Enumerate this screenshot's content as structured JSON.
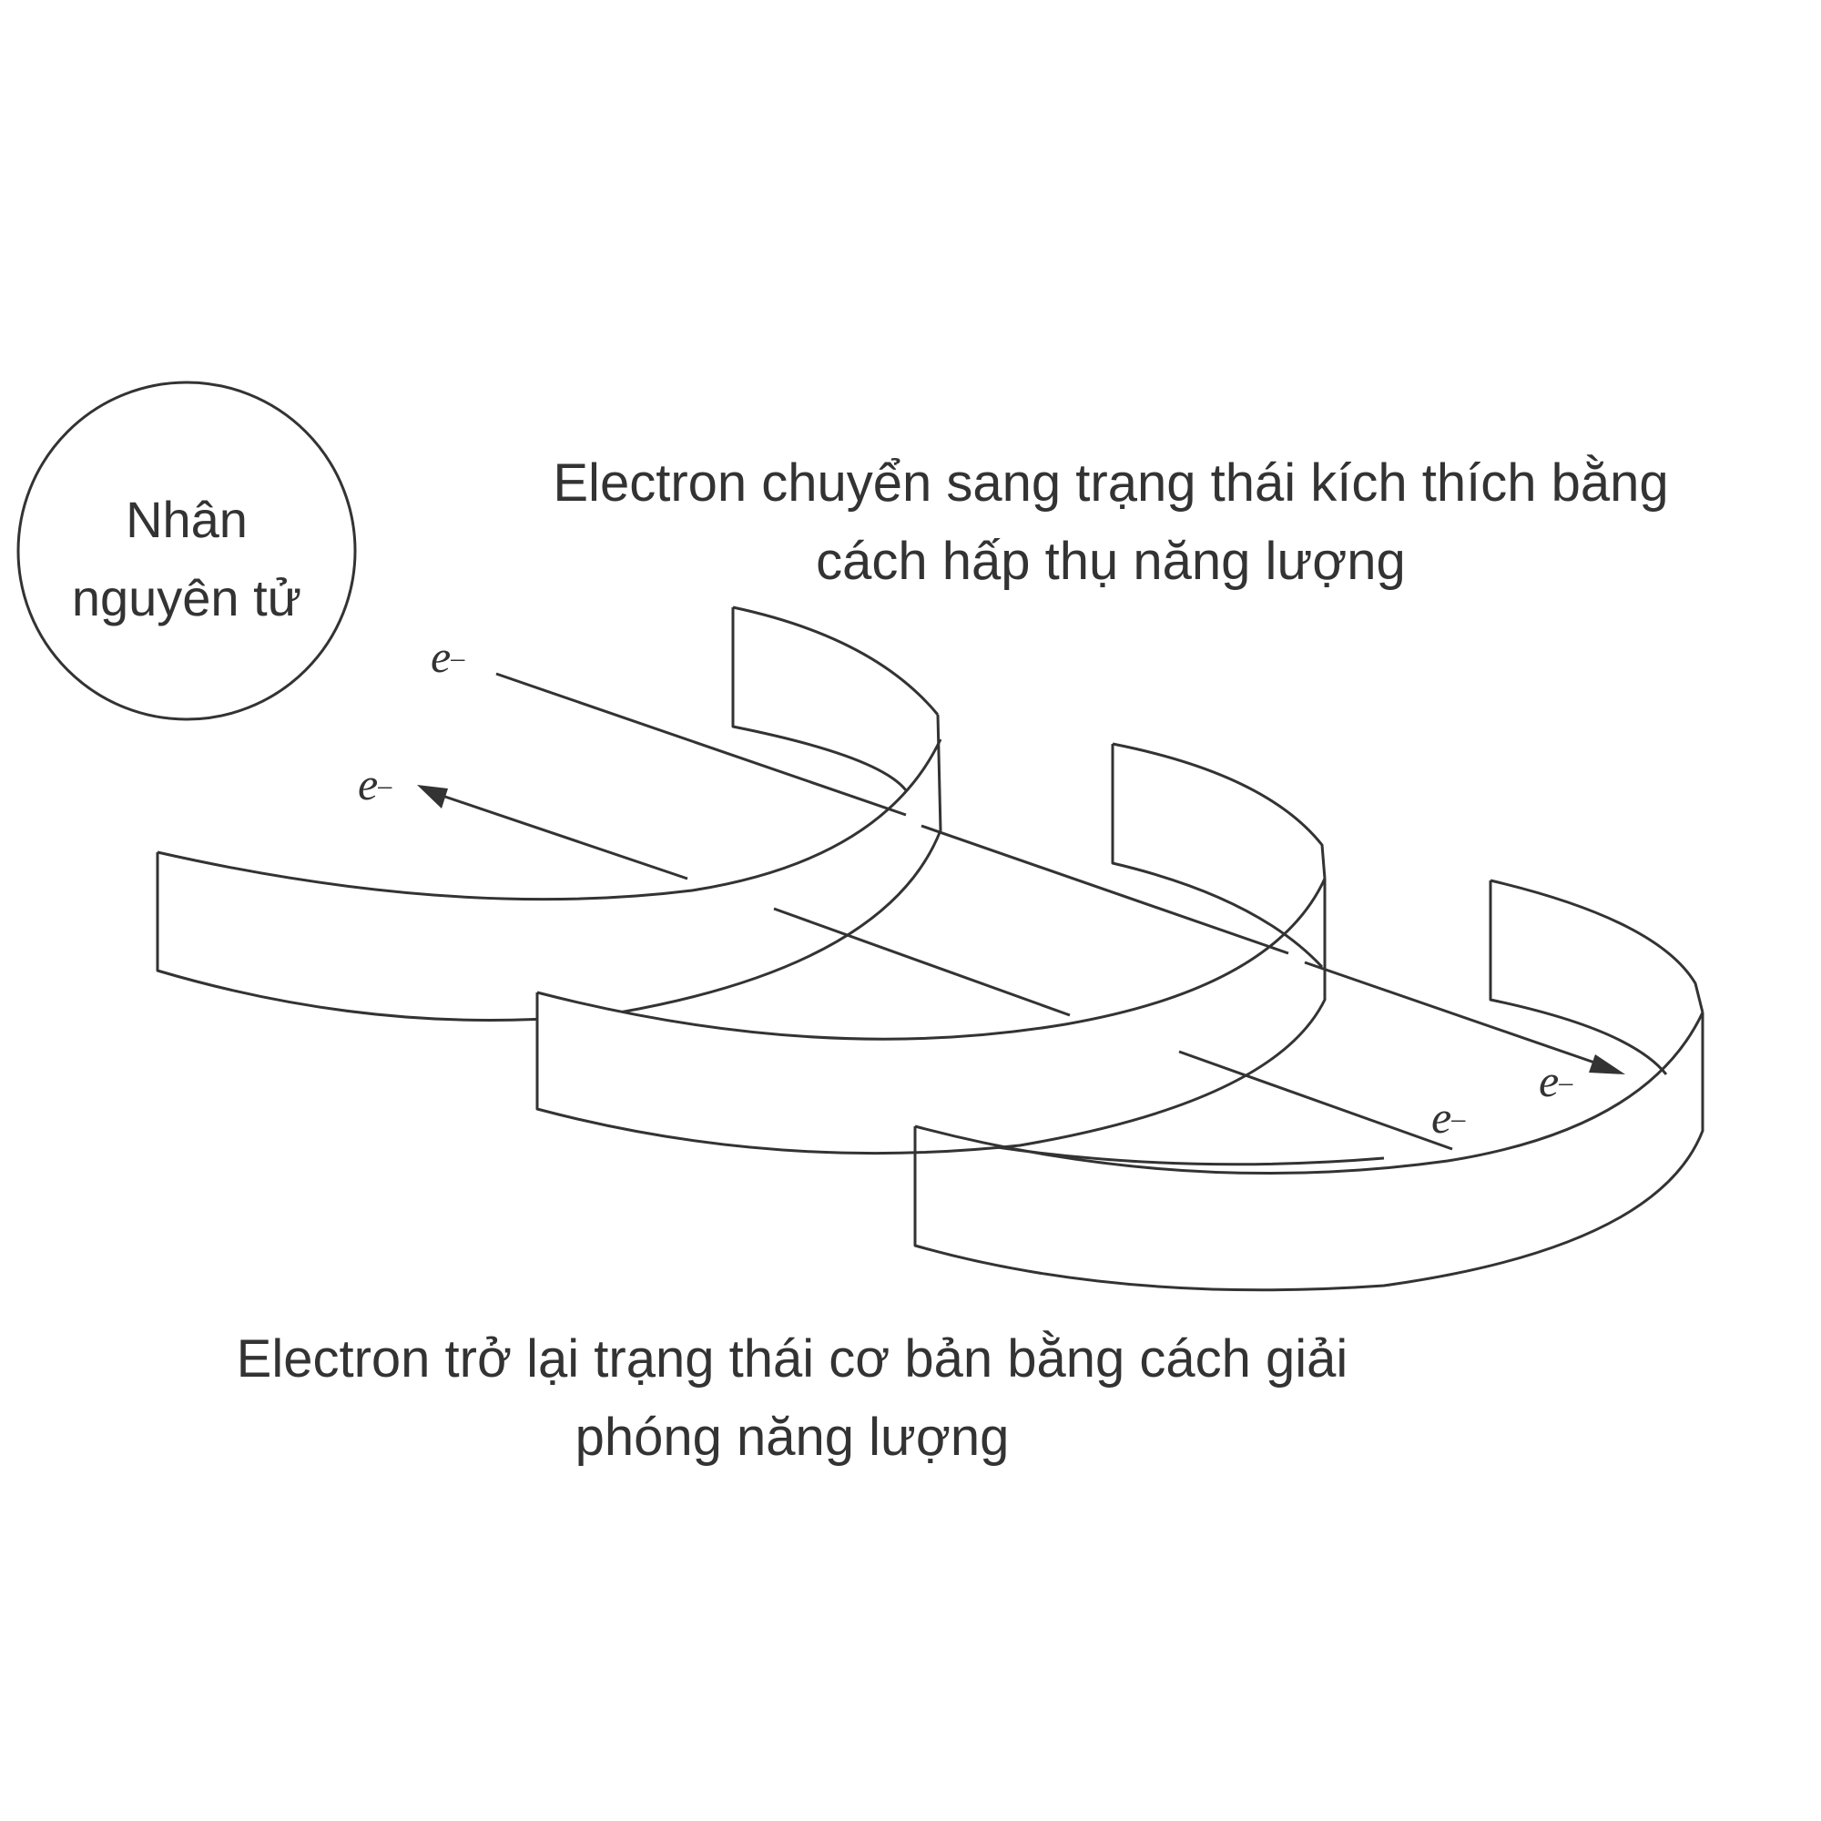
{
  "nucleus": {
    "line1": "Nhân",
    "line2": "nguyên tử"
  },
  "caption_top": {
    "line1": "Electron chuyển sang trạng thái kích thích bằng",
    "line2": "cách hấp thụ năng lượng"
  },
  "caption_bottom": {
    "line1": "Electron trở lại trạng thái cơ bản bằng cách giải",
    "line2": "phóng năng lượng"
  },
  "electron": {
    "symbol": "e",
    "charge": "–"
  },
  "colors": {
    "stroke": "#333333",
    "text": "#333333",
    "background": "#ffffff"
  }
}
